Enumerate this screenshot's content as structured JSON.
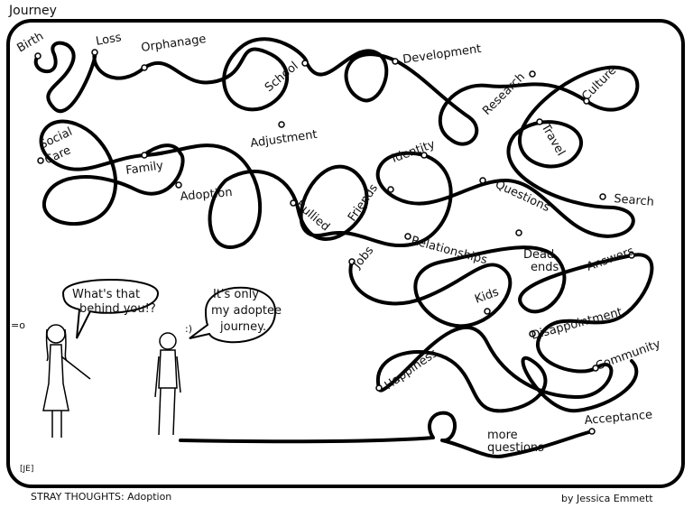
{
  "comic": {
    "title": "Journey",
    "series": "STRAY THOUGHTS: Adoption",
    "author": "by Jessica Emmett",
    "signature": "[JE]",
    "labels": [
      "Birth",
      "Loss",
      "Orphanage",
      "Social",
      "Care",
      "Family",
      "Adoption",
      "School",
      "Adjustment",
      "Development",
      "Research",
      "Culture",
      "Identity",
      "Travel",
      "Questions",
      "Search",
      "Bullied",
      "Friends",
      "Jobs",
      "Relationships",
      "Dead",
      "ends",
      "Answers",
      "Kids",
      "Disappointment",
      "Happiness",
      "Community",
      "Acceptance",
      "more",
      "questions"
    ],
    "bubble_left": [
      "What's that",
      "behind you!?"
    ],
    "bubble_right": [
      "It's only",
      "my adoptee",
      "journey."
    ],
    "face_left": "=o",
    "face_right": ":)"
  }
}
